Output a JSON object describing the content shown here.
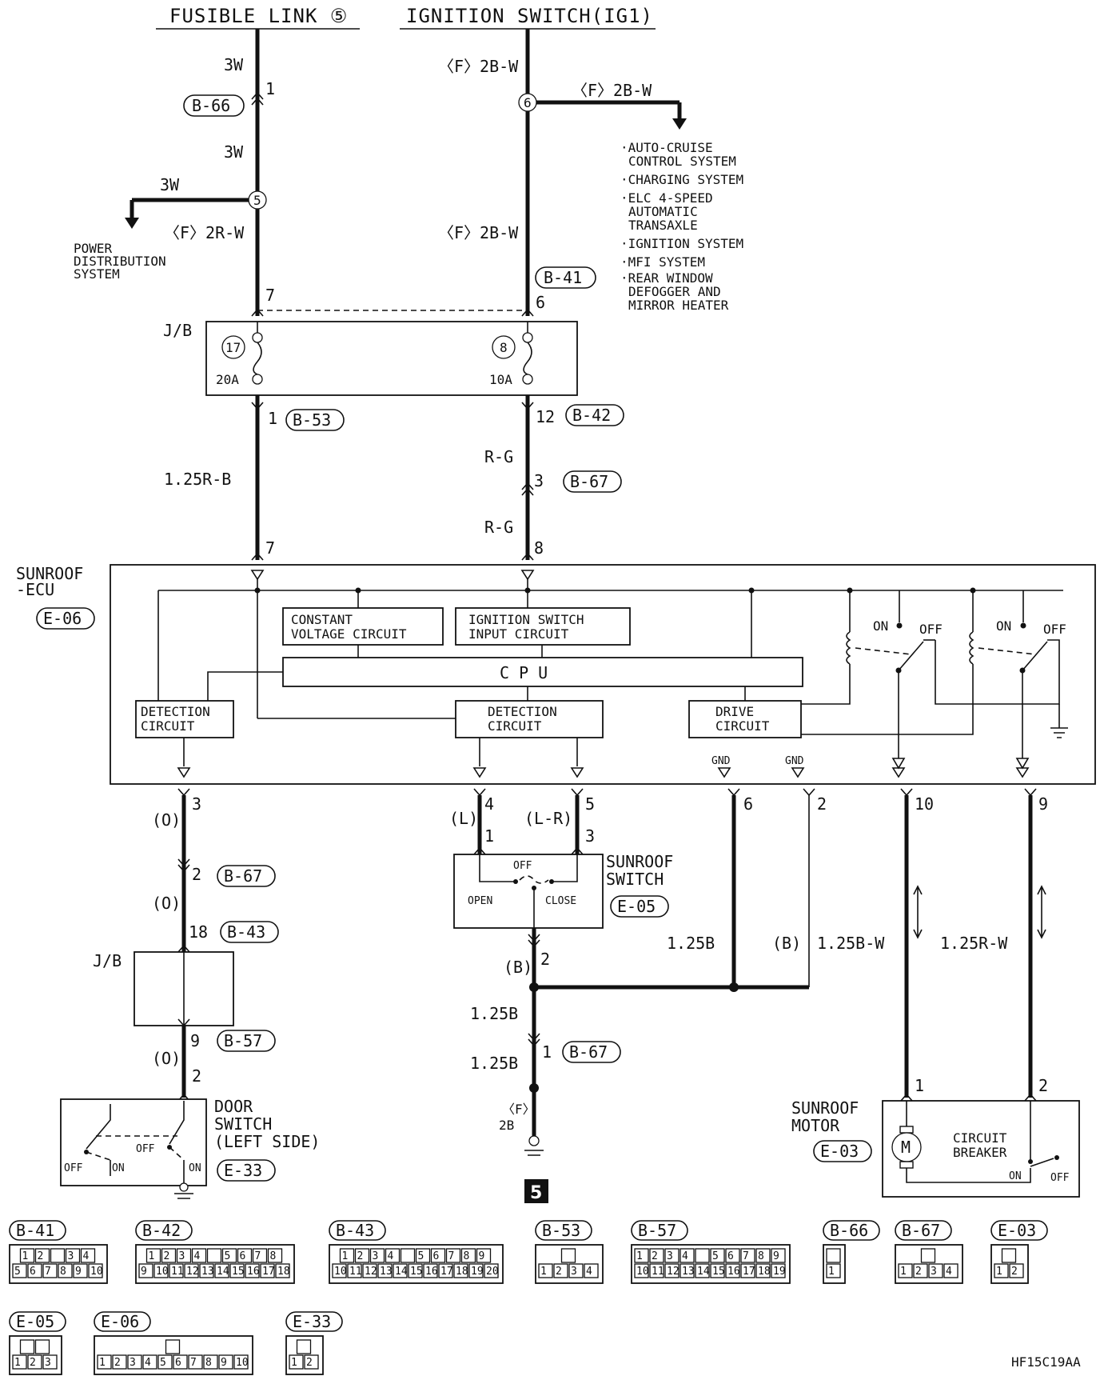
{
  "sources": {
    "fusible_link": "FUSIBLE LINK ⑤",
    "ignition_switch": "IGNITION SWITCH(IG1)"
  },
  "wires": {
    "w3w_a": "3W",
    "w3w_b": "3W",
    "w3w_c": "3W",
    "f2bw_a": "〈F〉2B-W",
    "f2bw_b": "〈F〉2B-W",
    "f2bw_c": "〈F〉2B-W",
    "f2rw": "〈F〉2R-W",
    "r125rb": "1.25R-B",
    "rg_a": "R-G",
    "rg_b": "R-G",
    "o_a": "(O)",
    "o_b": "(O)",
    "o_c": "(O)",
    "l": "(L)",
    "lr": "(L-R)",
    "b_a": "(B)",
    "b_b": "(B)",
    "b125_a": "1.25B",
    "b125_b": "1.25B",
    "b125_c": "1.25B",
    "b125w": "1.25B-W",
    "r125w": "1.25R-W",
    "f2b_1": "〈F〉",
    "f2b_2": "2B"
  },
  "connectors": {
    "b66": "B-66",
    "b41": "B-41",
    "b53": "B-53",
    "b42": "B-42",
    "b67_a": "B-67",
    "e06": "E-06",
    "b67_b": "B-67",
    "b43": "B-43",
    "b57": "B-57",
    "e33": "E-33",
    "e05": "E-05",
    "b67_c": "B-67",
    "e03": "E-03"
  },
  "pins": {
    "p1a": "1",
    "p7a": "7",
    "p6a": "6",
    "p1b": "1",
    "p12": "12",
    "p3a": "3",
    "p7b": "7",
    "p8": "8",
    "p3b": "3",
    "p4": "4",
    "p5": "5",
    "p6b": "6",
    "p2a": "2",
    "p10": "10",
    "p9a": "9",
    "p2b": "2",
    "p18": "18",
    "p9b": "9",
    "p2c": "2",
    "p1c": "1",
    "p3c": "3",
    "p2d": "2",
    "p1d": "1",
    "p1e": "1",
    "p2e": "2"
  },
  "junctions": {
    "j5": "5",
    "j6": "6",
    "f17": "17",
    "f8": "8",
    "ground_ref": "5"
  },
  "fuses": {
    "a20": "20A",
    "a10": "10A"
  },
  "labels": {
    "jb_top": "J/B",
    "jb_mid": "J/B",
    "power_dist": [
      "POWER",
      "DISTRIBUTION",
      "SYSTEM"
    ],
    "systems": [
      [
        "·AUTO-CRUISE",
        "CONTROL SYSTEM"
      ],
      [
        "·CHARGING SYSTEM"
      ],
      [
        "·ELC 4-SPEED",
        "AUTOMATIC",
        "TRANSAXLE"
      ],
      [
        "·IGNITION SYSTEM"
      ],
      [
        "·MFI SYSTEM"
      ],
      [
        "·REAR WINDOW",
        "DEFOGGER AND",
        "MIRROR HEATER"
      ]
    ],
    "ecu": [
      "SUNROOF",
      "-ECU"
    ],
    "const_volt": [
      "CONSTANT",
      "VOLTAGE CIRCUIT"
    ],
    "ign_input": [
      "IGNITION SWITCH",
      "INPUT CIRCUIT"
    ],
    "cpu": "C P U",
    "det_left": [
      "DETECTION",
      "CIRCUIT"
    ],
    "det_mid": [
      "DETECTION",
      "CIRCUIT"
    ],
    "drive": [
      "DRIVE",
      "CIRCUIT"
    ],
    "on_a": "ON",
    "off_a": "OFF",
    "on_b": "ON",
    "off_b": "OFF",
    "gnd_a": "GND",
    "gnd_b": "GND",
    "sunroof_switch": [
      "SUNROOF",
      "SWITCH"
    ],
    "sw_off": "OFF",
    "sw_open": "OPEN",
    "sw_close": "CLOSE",
    "door_switch": [
      "DOOR",
      "SWITCH",
      "(LEFT SIDE)"
    ],
    "door_off_a": "OFF",
    "door_on_a": "ON",
    "door_off_b": "OFF",
    "door_on_b": "ON",
    "sunroof_motor": [
      "SUNROOF",
      "MOTOR"
    ],
    "motor_m": "M",
    "circuit_breaker": [
      "CIRCUIT",
      "BREAKER"
    ],
    "cb_on": "ON",
    "cb_off": "OFF",
    "code": "HF15C19AA"
  },
  "connector_faces": [
    {
      "id": "B-41",
      "rows": [
        [
          "1",
          "2",
          "",
          "3",
          "4"
        ],
        [
          "5",
          "6",
          "7",
          "8",
          "9",
          "10"
        ]
      ]
    },
    {
      "id": "B-42",
      "rows": [
        [
          "1",
          "2",
          "3",
          "4",
          "",
          "5",
          "6",
          "7",
          "8"
        ],
        [
          "9",
          "10",
          "11",
          "12",
          "13",
          "14",
          "15",
          "16",
          "17",
          "18"
        ]
      ]
    },
    {
      "id": "B-43",
      "rows": [
        [
          "1",
          "2",
          "3",
          "4",
          "",
          "5",
          "6",
          "7",
          "8",
          "9"
        ],
        [
          "10",
          "11",
          "12",
          "13",
          "14",
          "15",
          "16",
          "17",
          "18",
          "19",
          "20"
        ]
      ]
    },
    {
      "id": "B-53",
      "rows": [
        [
          ""
        ],
        [
          "1",
          "2",
          "3",
          "4"
        ]
      ]
    },
    {
      "id": "B-57",
      "rows": [
        [
          "1",
          "2",
          "3",
          "4",
          "",
          "5",
          "6",
          "7",
          "8",
          "9"
        ],
        [
          "10",
          "11",
          "12",
          "13",
          "14",
          "15",
          "16",
          "17",
          "18",
          "19"
        ]
      ]
    },
    {
      "id": "B-66",
      "rows": [
        [
          ""
        ],
        [
          "1"
        ]
      ]
    },
    {
      "id": "B-67",
      "rows": [
        [
          ""
        ],
        [
          "1",
          "2",
          "3",
          "4"
        ]
      ]
    },
    {
      "id": "E-03",
      "rows": [
        [
          ""
        ],
        [
          "1",
          "2"
        ]
      ]
    },
    {
      "id": "E-05",
      "rows": [
        [
          "",
          ""
        ],
        [
          "1",
          "2",
          "3"
        ]
      ]
    },
    {
      "id": "E-06",
      "rows": [
        [
          ""
        ],
        [
          "1",
          "2",
          "3",
          "4",
          "5",
          "6",
          "7",
          "8",
          "9",
          "10"
        ]
      ]
    },
    {
      "id": "E-33",
      "rows": [
        [
          ""
        ],
        [
          "1",
          "2"
        ]
      ]
    }
  ]
}
